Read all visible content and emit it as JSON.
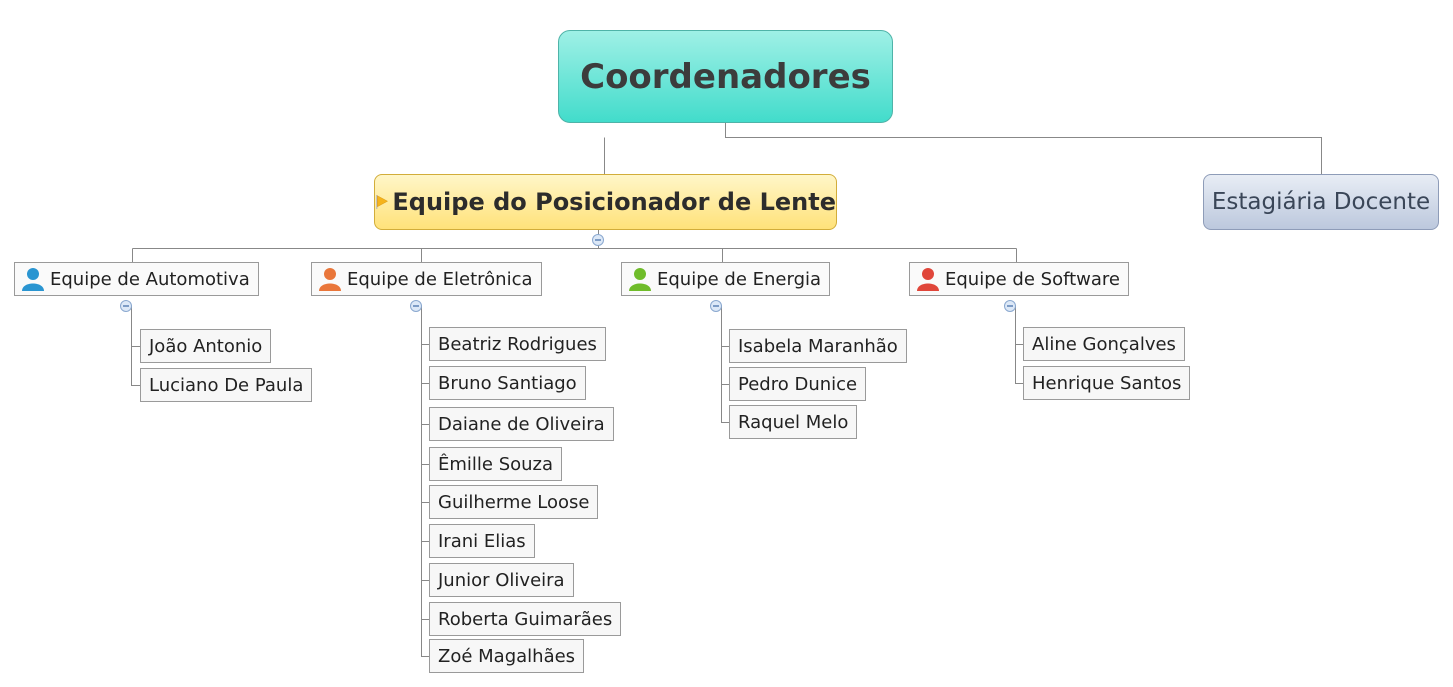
{
  "root": {
    "label": "Coordenadores"
  },
  "main_topic": {
    "label": "Equipe do Posicionador de Lente",
    "icon": "flag-icon"
  },
  "side_topic": {
    "label": "Estagiária Docente"
  },
  "teams": [
    {
      "label": "Equipe de Automotiva",
      "icon": "person-icon",
      "color": "#2a95d1",
      "members": [
        "João Antonio",
        "Luciano De Paula"
      ]
    },
    {
      "label": "Equipe de Eletrônica",
      "icon": "person-icon",
      "color": "#e9763a",
      "members": [
        "Beatriz Rodrigues",
        "Bruno Santiago",
        "Daiane de Oliveira",
        "Êmille Souza",
        "Guilherme Loose",
        "Irani Elias",
        "Junior Oliveira",
        "Roberta Guimarães",
        "Zoé Magalhães"
      ]
    },
    {
      "label": "Equipe de Energia",
      "icon": "person-icon",
      "color": "#6fbc2a",
      "members": [
        "Isabela Maranhão",
        "Pedro Dunice",
        "Raquel Melo"
      ]
    },
    {
      "label": "Equipe de Software",
      "icon": "person-icon",
      "color": "#e0463a",
      "members": [
        "Aline Gonçalves",
        "Henrique Santos"
      ]
    }
  ],
  "colors": {
    "root": "#42dccb",
    "main": "#ffe27a",
    "side": "#bcc8dd",
    "connector": "#888888"
  }
}
